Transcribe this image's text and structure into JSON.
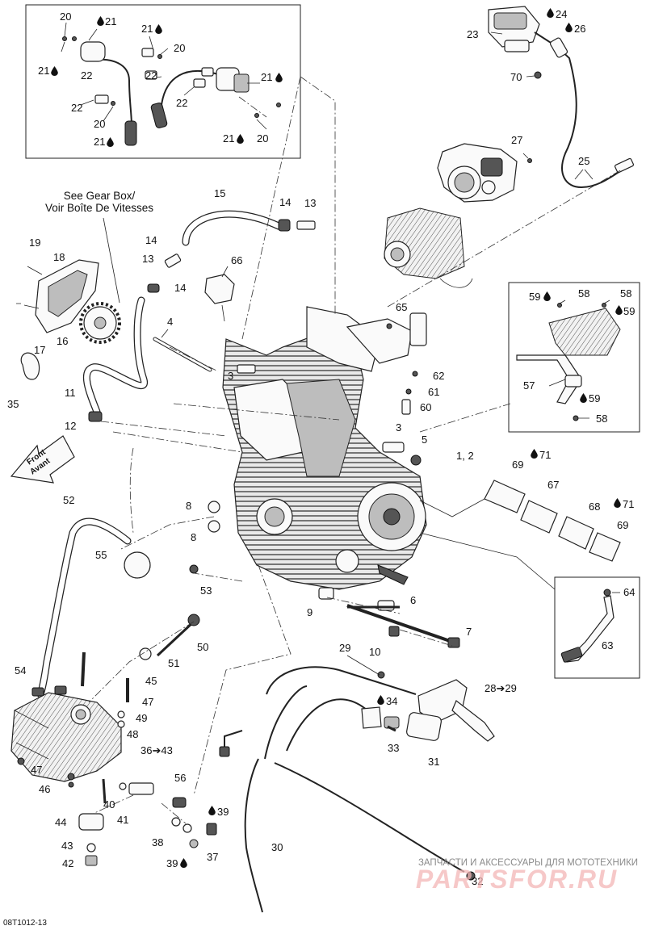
{
  "diagram": {
    "code": "08T1012-13",
    "note_gearbox_en": "See Gear Box/",
    "note_gearbox_fr": "Voir Boîte De Vitesses",
    "front_en": "Front",
    "front_fr": "Avant",
    "watermark_line": "ЗАПЧАСТИ И АКСЕССУАРЫ ДЛЯ МОТОТЕХНИКИ",
    "watermark_logo": "PARTSFOR.RU",
    "callouts": {
      "c1_2": "1, 2",
      "c3a": "3",
      "c3b": "3",
      "c4": "4",
      "c5": "5",
      "c6": "6",
      "c7": "7",
      "c8a": "8",
      "c8b": "8",
      "c9": "9",
      "c10": "10",
      "c11": "11",
      "c12": "12",
      "c13a": "13",
      "c13b": "13",
      "c14a": "14",
      "c14b": "14",
      "c14c": "14",
      "c15": "15",
      "c16": "16",
      "c17": "17",
      "c18": "18",
      "c19": "19",
      "c20a": "20",
      "c20b": "20",
      "c20c": "20",
      "c20d": "20",
      "c21a": "21",
      "c21b": "21",
      "c21c": "21",
      "c21d": "21",
      "c21e": "21",
      "c21f": "21",
      "c22a": "22",
      "c22b": "22",
      "c22c": "22",
      "c22d": "22",
      "c23": "23",
      "c24": "24",
      "c25": "25",
      "c26": "26",
      "c27": "27",
      "c28": "28➔29",
      "c29": "29",
      "c30": "30",
      "c31": "31",
      "c32": "32",
      "c33": "33",
      "c34": "34",
      "c35": "35",
      "c36": "36➔43",
      "c37": "37",
      "c38": "38",
      "c39a": "39",
      "c39b": "39",
      "c40": "40",
      "c41": "41",
      "c42": "42",
      "c43": "43",
      "c44": "44",
      "c45": "45",
      "c46": "46",
      "c47a": "47",
      "c47b": "47",
      "c48": "48",
      "c49": "49",
      "c50": "50",
      "c51": "51",
      "c52": "52",
      "c53": "53",
      "c54": "54",
      "c55": "55",
      "c56": "56",
      "c57": "57",
      "c58a": "58",
      "c58b": "58",
      "c58c": "58",
      "c59a": "59",
      "c59b": "59",
      "c59c": "59",
      "c60": "60",
      "c61": "61",
      "c62": "62",
      "c63": "63",
      "c64": "64",
      "c65": "65",
      "c66": "66",
      "c67": "67",
      "c68": "68",
      "c69a": "69",
      "c69b": "69",
      "c70": "70",
      "c71a": "71",
      "c71b": "71"
    }
  }
}
